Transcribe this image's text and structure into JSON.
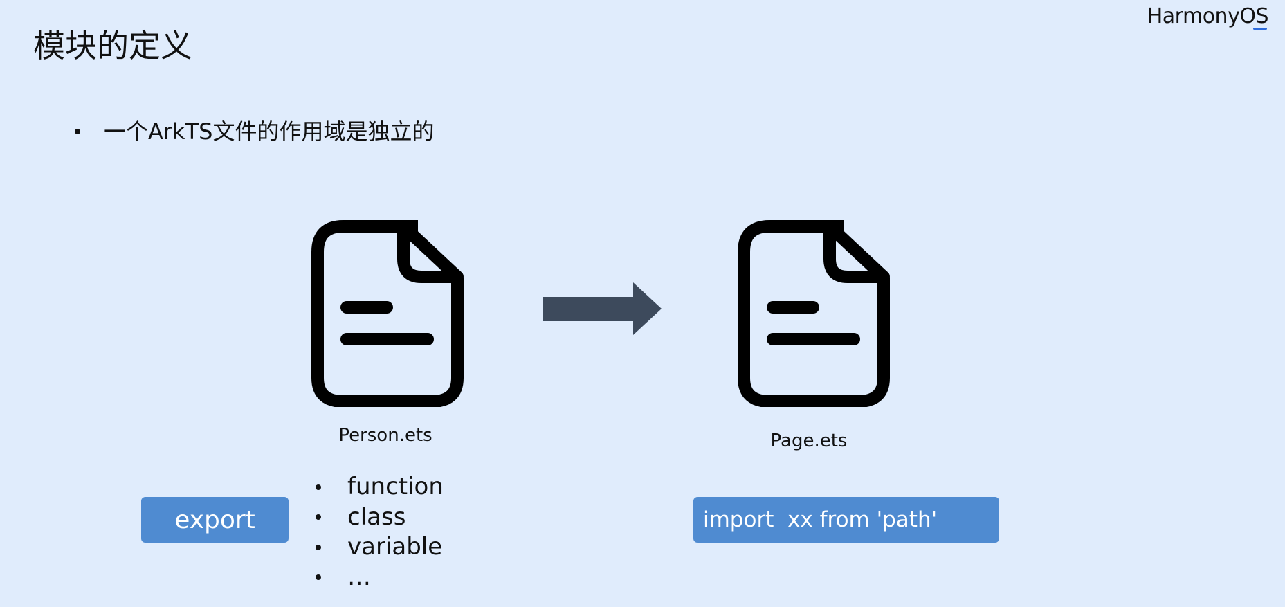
{
  "brand": {
    "logo_text": "HarmonyOS"
  },
  "slide": {
    "title": "模块的定义",
    "bullet": "一个ArkTS文件的作用域是独立的"
  },
  "diagram": {
    "left_file": {
      "icon": "document-icon",
      "label": "Person.ets"
    },
    "arrow": {
      "icon": "arrow-right-icon"
    },
    "right_file": {
      "icon": "document-icon",
      "label": "Page.ets"
    },
    "export_button": {
      "label": "export"
    },
    "export_items": [
      "function",
      "class",
      "variable",
      "…"
    ],
    "import_button": {
      "label": "import  xx from 'path'"
    }
  },
  "colors": {
    "background": "#e0ecfc",
    "button": "#4f8bd1",
    "arrow": "#3d4a5c",
    "icon_stroke": "#000000",
    "brand_accent": "#2d6bdb"
  }
}
